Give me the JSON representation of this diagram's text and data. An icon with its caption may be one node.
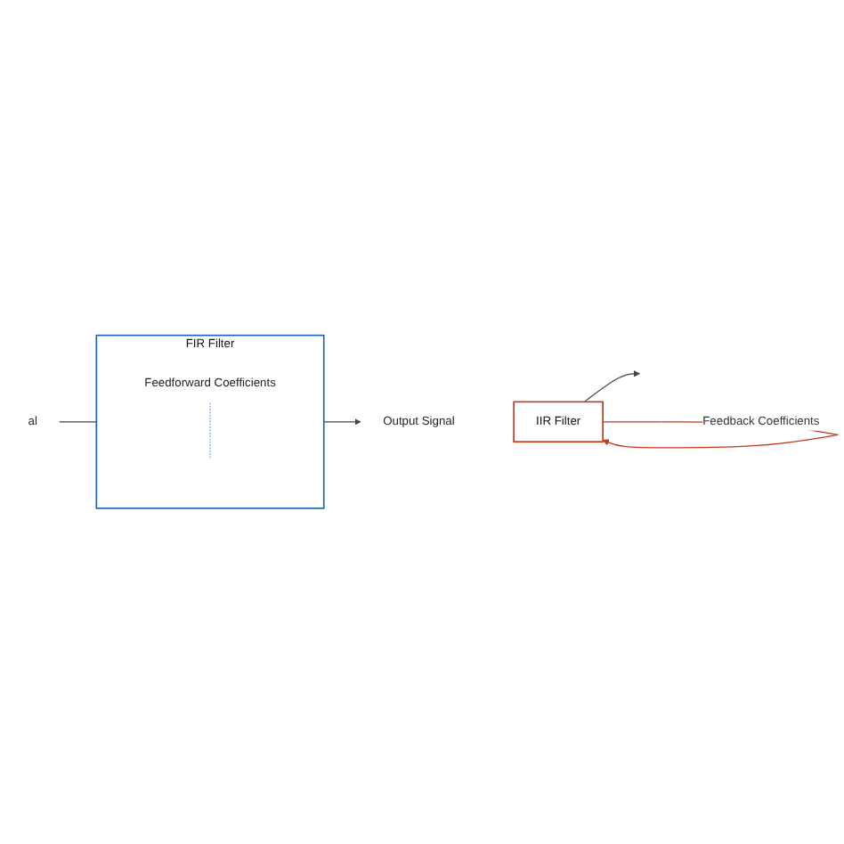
{
  "diagram": {
    "nodes": [
      {
        "text": [
          "al"
        ]
      },
      {
        "text": [
          "FIR Filter"
        ]
      },
      {
        "text": [
          "Feedforward Coefficients"
        ],
        "in": 1
      },
      {
        "text": [
          "Output Signal"
        ]
      },
      {
        "text": [
          "IIR Filter"
        ]
      }
    ],
    "edges": [
      {
        "from": 0,
        "to": 1,
        "arrow": "none"
      },
      {
        "from": 2,
        "to": null,
        "arrow": "none",
        "style": "dashed",
        "color": "#6c9bd2"
      },
      {
        "from": 1,
        "to": 3,
        "arrow": "to"
      },
      {
        "from": 4,
        "to": null,
        "arrow": "to"
      },
      {
        "from": 4,
        "to": 4,
        "arrow": "to",
        "label": "Feedback Coefficients",
        "color": "#c0391b"
      }
    ]
  }
}
